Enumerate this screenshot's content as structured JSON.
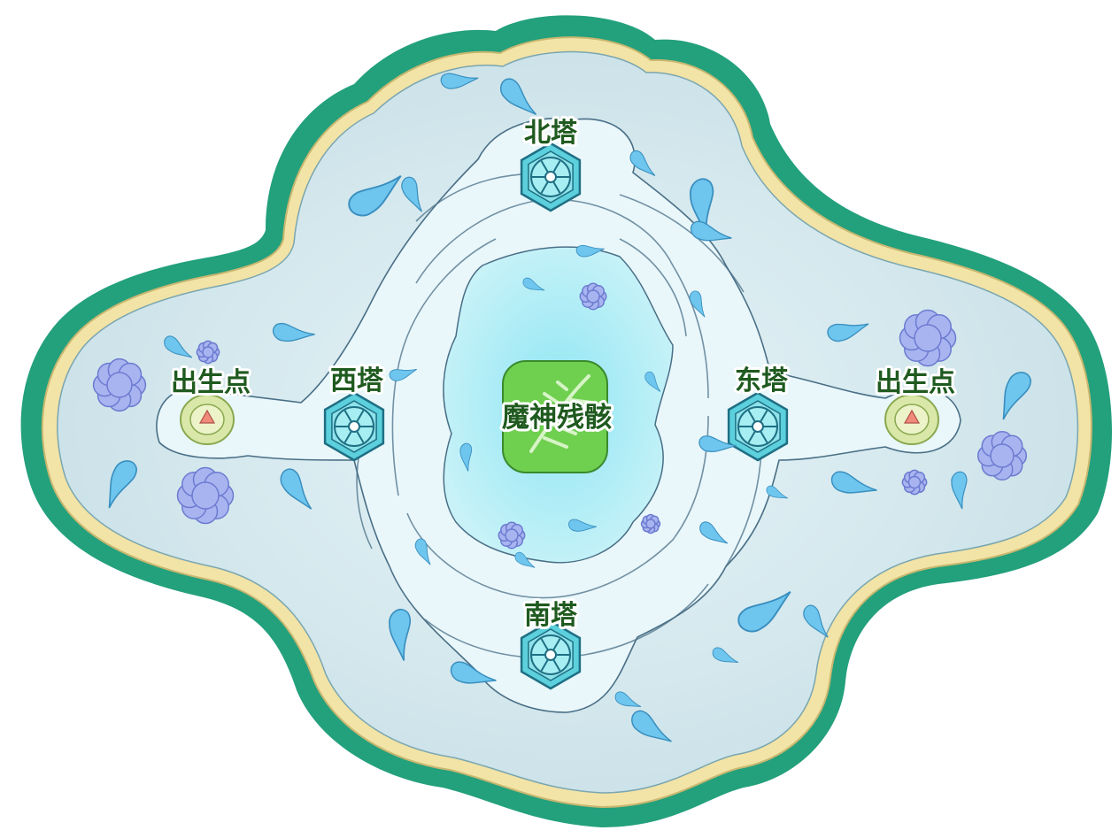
{
  "map": {
    "towers": {
      "north": "北塔",
      "west": "西塔",
      "east": "东塔",
      "south": "南塔"
    },
    "spawns": {
      "left": "出生点",
      "right": "出生点"
    },
    "boss": "魔神残骸"
  },
  "colors": {
    "outer_border": "#23a07c",
    "inner_border": "#f2e3a6",
    "floor": "#cfe6ec",
    "path": "#eaf7fb",
    "center_water": "#a8ecf5",
    "boss_platform": "#6fcf4f",
    "tower": "#5cd0dc",
    "spawn": "#d9e8a8",
    "crystal": "#6ec6ee",
    "flower": "#a8b4f0",
    "label": "#1f5a1f"
  },
  "icons": {
    "tower": "hexagon-tower-icon",
    "spawn": "spawn-point-icon",
    "boss": "boss-skeleton-icon",
    "crystal": "crystal-icon",
    "flower": "ice-flower-icon"
  }
}
